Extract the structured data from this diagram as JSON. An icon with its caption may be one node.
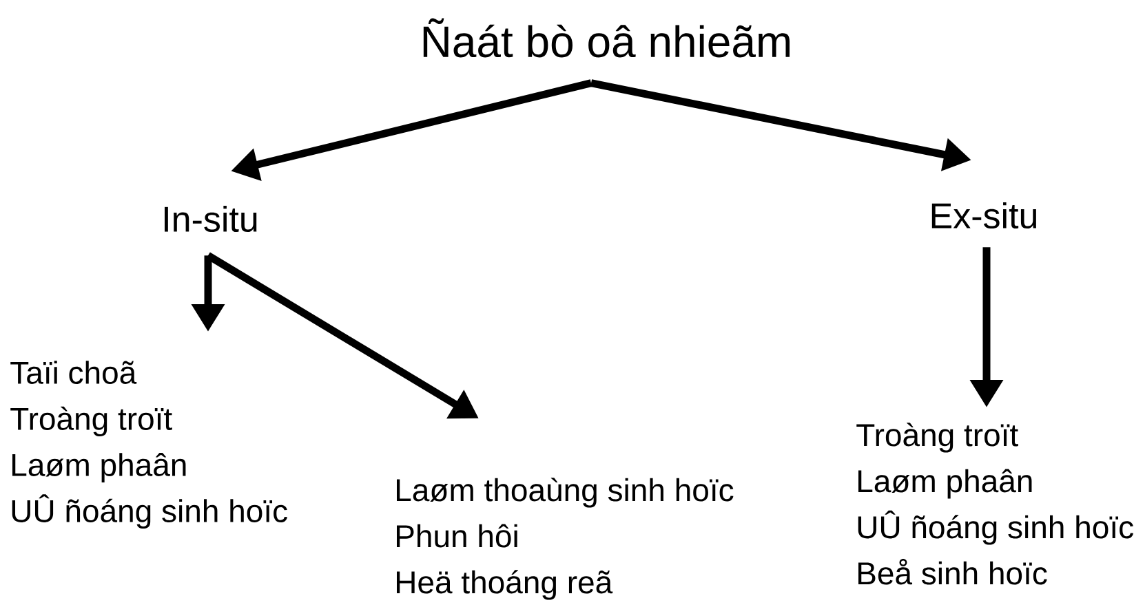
{
  "diagram": {
    "nodes": [
      {
        "text": [
          "Ñaát bò oâ nhieãm"
        ]
      },
      {
        "text": [
          "In-situ"
        ]
      },
      {
        "text": [
          "Ex-situ"
        ]
      },
      {
        "text": [
          "Taïi choã",
          "Troàng troït",
          "Laøm phaân",
          "UÛ ñoáng sinh hoïc"
        ]
      },
      {
        "text": [
          "Laøm thoaùng sinh hoïc",
          "Phun hôi",
          "Heä thoáng reã"
        ]
      },
      {
        "text": [
          "Troàng troït",
          "Laøm phaân",
          "UÛ ñoáng sinh hoïc",
          "Beå sinh hoïc"
        ]
      }
    ],
    "edges": [
      {
        "from": 0,
        "to": 1,
        "arrow": "to"
      },
      {
        "from": 0,
        "to": 2,
        "arrow": "to"
      },
      {
        "from": 1,
        "to": 3,
        "arrow": "to"
      },
      {
        "from": 1,
        "to": 4,
        "arrow": "to"
      },
      {
        "from": 2,
        "to": 5,
        "arrow": "to"
      }
    ]
  }
}
